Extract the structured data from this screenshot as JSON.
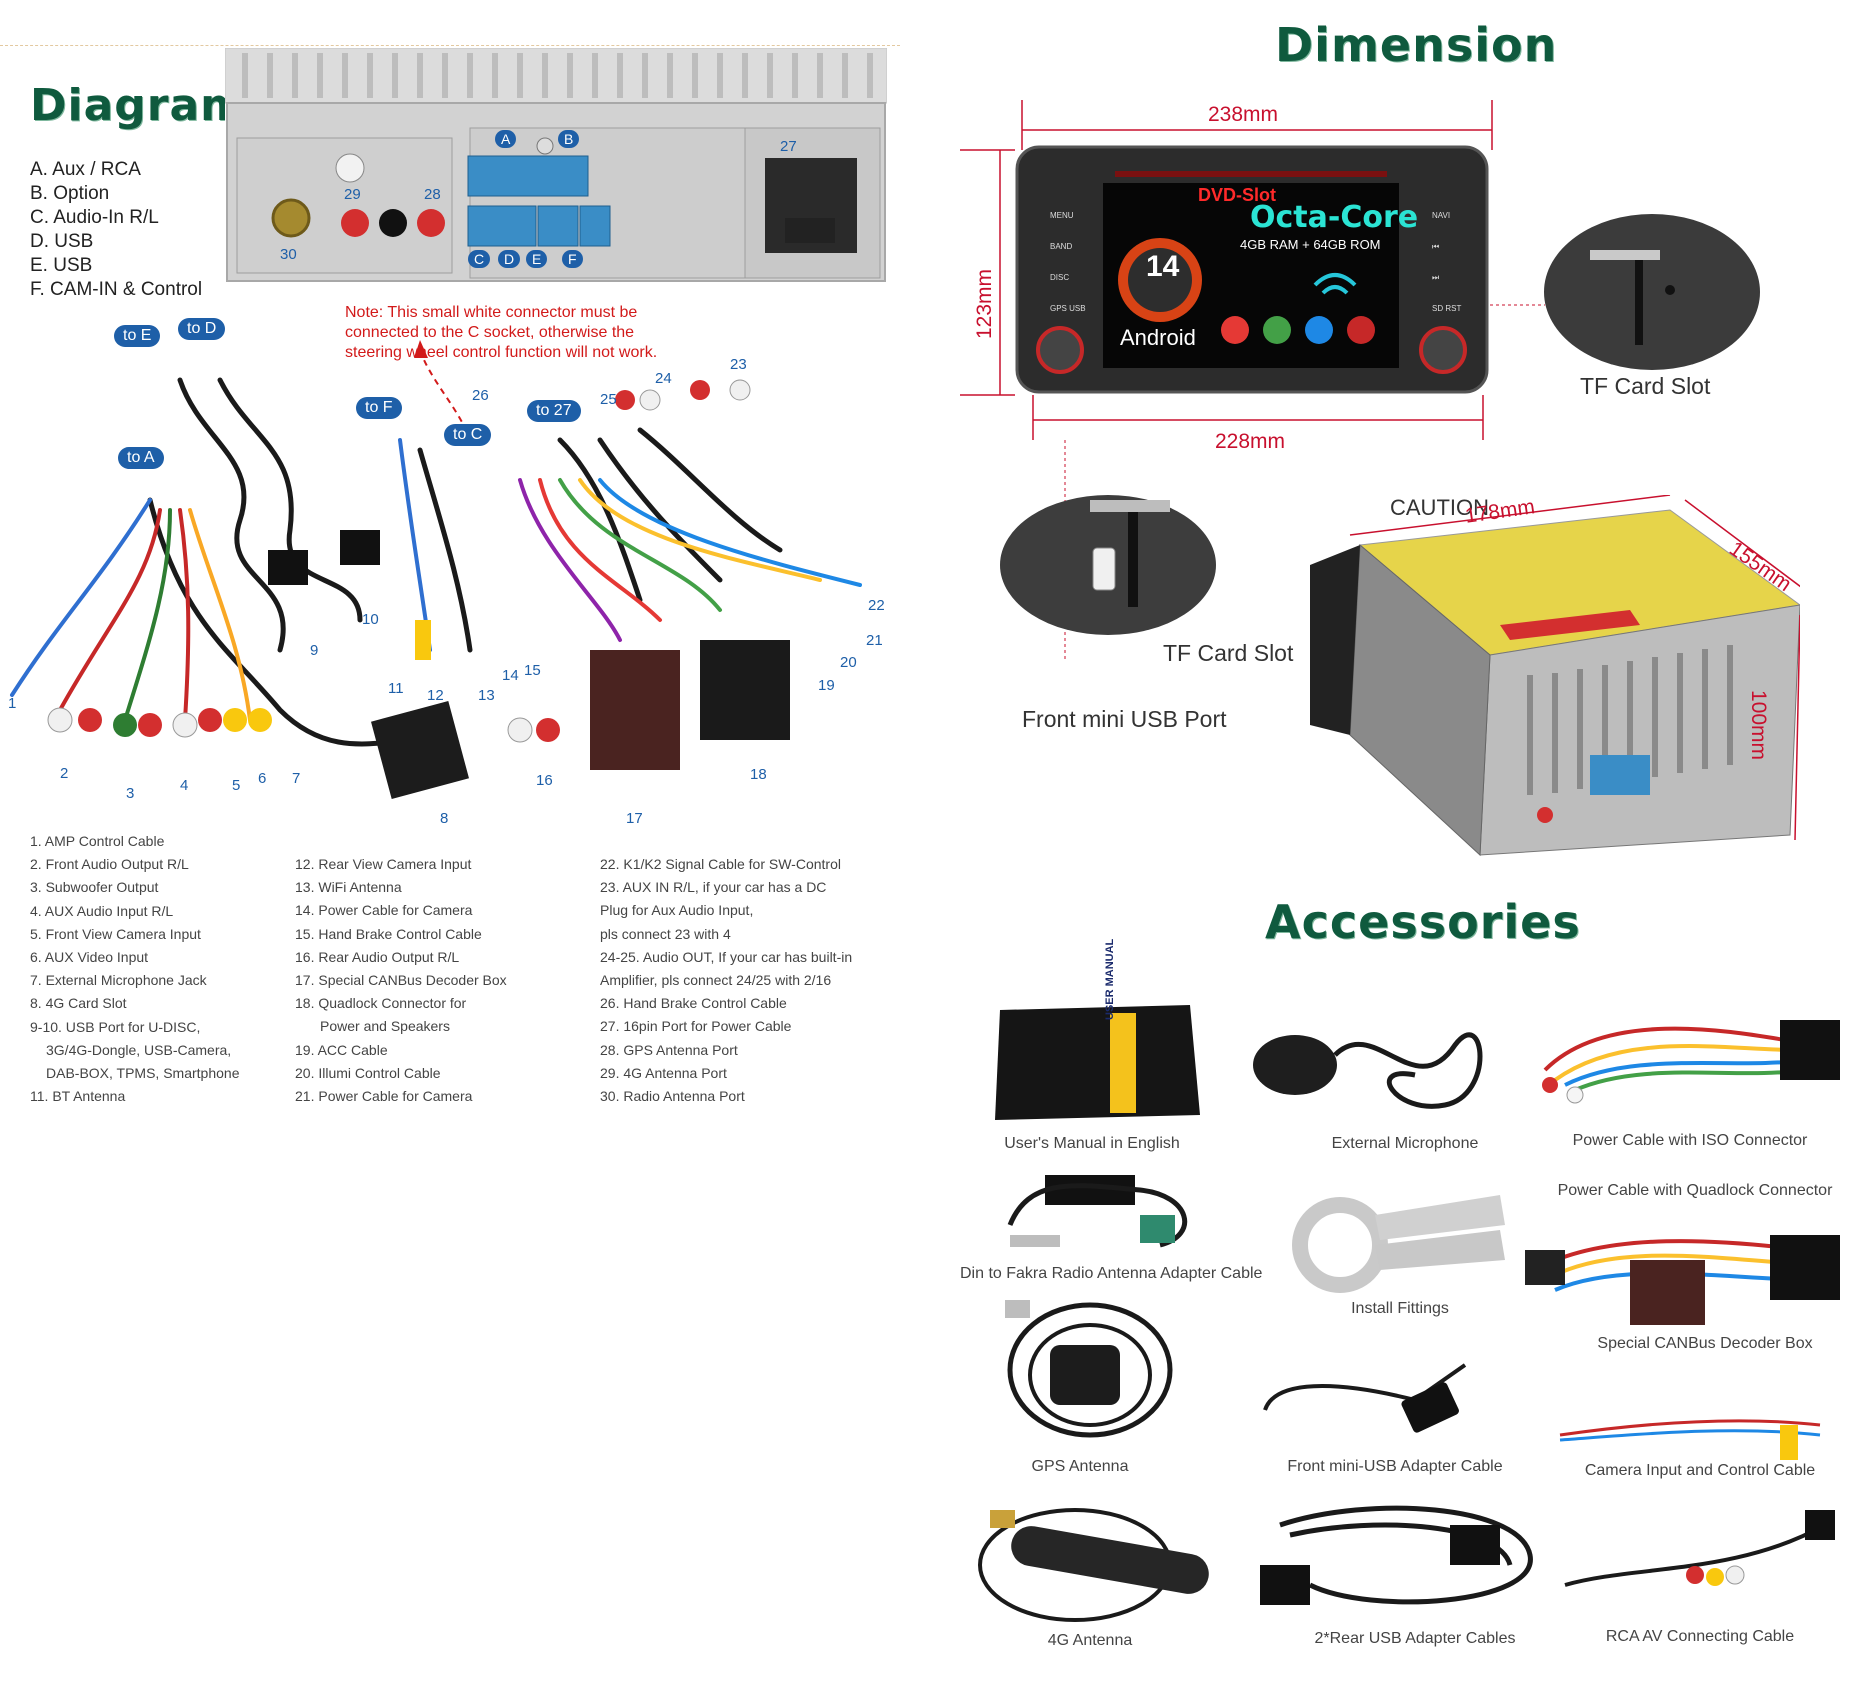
{
  "diagram": {
    "title": "Diagram",
    "legend": [
      "A. Aux / RCA",
      "B. Option",
      "C. Audio-In R/L",
      "D. USB",
      "E. USB",
      "F. CAM-IN & Control"
    ],
    "note": [
      "Note: This small white connector must be",
      "connected to the C socket, otherwise the",
      "steering wheel control function will not work."
    ],
    "port_letters": [
      "A",
      "B",
      "C",
      "D",
      "E",
      "F"
    ],
    "port_numbers": [
      "27",
      "28",
      "29",
      "30"
    ],
    "badges": [
      "to E",
      "to D",
      "to F",
      "to C",
      "to 27",
      "to A"
    ],
    "callouts": [
      "1",
      "2",
      "3",
      "4",
      "5",
      "6",
      "7",
      "8",
      "9",
      "10",
      "11",
      "12",
      "13",
      "14",
      "15",
      "16",
      "17",
      "18",
      "19",
      "20",
      "21",
      "22",
      "23",
      "24",
      "25",
      "26"
    ],
    "list_col1": [
      "1. AMP Control Cable",
      "2. Front Audio Output R/L",
      "3. Subwoofer Output",
      "4. AUX Audio Input R/L",
      "5. Front View Camera Input",
      "6. AUX Video Input",
      "7. External Microphone Jack",
      "8. 4G Card Slot",
      "9-10. USB Port for U-DISC,",
      "3G/4G-Dongle, USB-Camera,",
      "DAB-BOX, TPMS, Smartphone",
      "11. BT Antenna"
    ],
    "list_col2": [
      "12. Rear View Camera Input",
      "13. WiFi Antenna",
      "14. Power Cable for Camera",
      "15. Hand Brake Control Cable",
      "16. Rear Audio Output R/L",
      "17. Special CANBus Decoder Box",
      "18. Quadlock Connector for",
      "Power and Speakers",
      "19. ACC Cable",
      "20. Illumi Control Cable",
      "21. Power Cable for Camera"
    ],
    "list_col3": [
      "22. K1/K2 Signal Cable for SW-Control",
      "23. AUX IN R/L, if your car has a DC",
      "Plug for Aux Audio Input,",
      "pls connect 23 with 4",
      "24-25. Audio OUT, If your car has built-in",
      "Amplifier, pls connect 24/25 with 2/16",
      "26. Hand Brake Control Cable",
      "27. 16pin Port for Power Cable",
      "28. GPS Antenna Port",
      "29. 4G Antenna Port",
      "30. Radio Antenna Port"
    ]
  },
  "dimension": {
    "title": "Dimension",
    "width_top": "238mm",
    "width_bottom": "228mm",
    "height": "123mm",
    "depth_top": "178mm",
    "depth_side": "155mm",
    "depth_height": "100mm",
    "tf_card_slot": "TF Card Slot",
    "front_usb": "Front mini USB Port",
    "screen": {
      "dvd_slot": "DVD-Slot",
      "octa": "Octa-Core",
      "ram": "4GB RAM + 64GB ROM",
      "android_version": "14",
      "android_label": "Android",
      "side_buttons_left": [
        "MENU",
        "BAND",
        "DISC",
        "GPS USB"
      ],
      "side_buttons_right": [
        "NAVI",
        "⏮",
        "⏭",
        "SD RST"
      ]
    },
    "caution": "CAUTION"
  },
  "accessories": {
    "title": "Accessories",
    "items": [
      "User's Manual in English",
      "External Microphone",
      "Power Cable with ISO Connector",
      "Din to Fakra Radio Antenna Adapter Cable",
      "Install Fittings",
      "Power Cable with Quadlock Connector",
      "Special CANBus Decoder Box",
      "GPS Antenna",
      "Front mini-USB Adapter Cable",
      "Camera Input and Control Cable",
      "4G Antenna",
      "2*Rear USB Adapter Cables",
      "RCA AV Connecting Cable"
    ],
    "manual_label": "USER MANUAL"
  },
  "colors": {
    "heading": "#0f5a3e",
    "dimension_red": "#c8102e",
    "badge_blue": "#1e5fa8"
  }
}
